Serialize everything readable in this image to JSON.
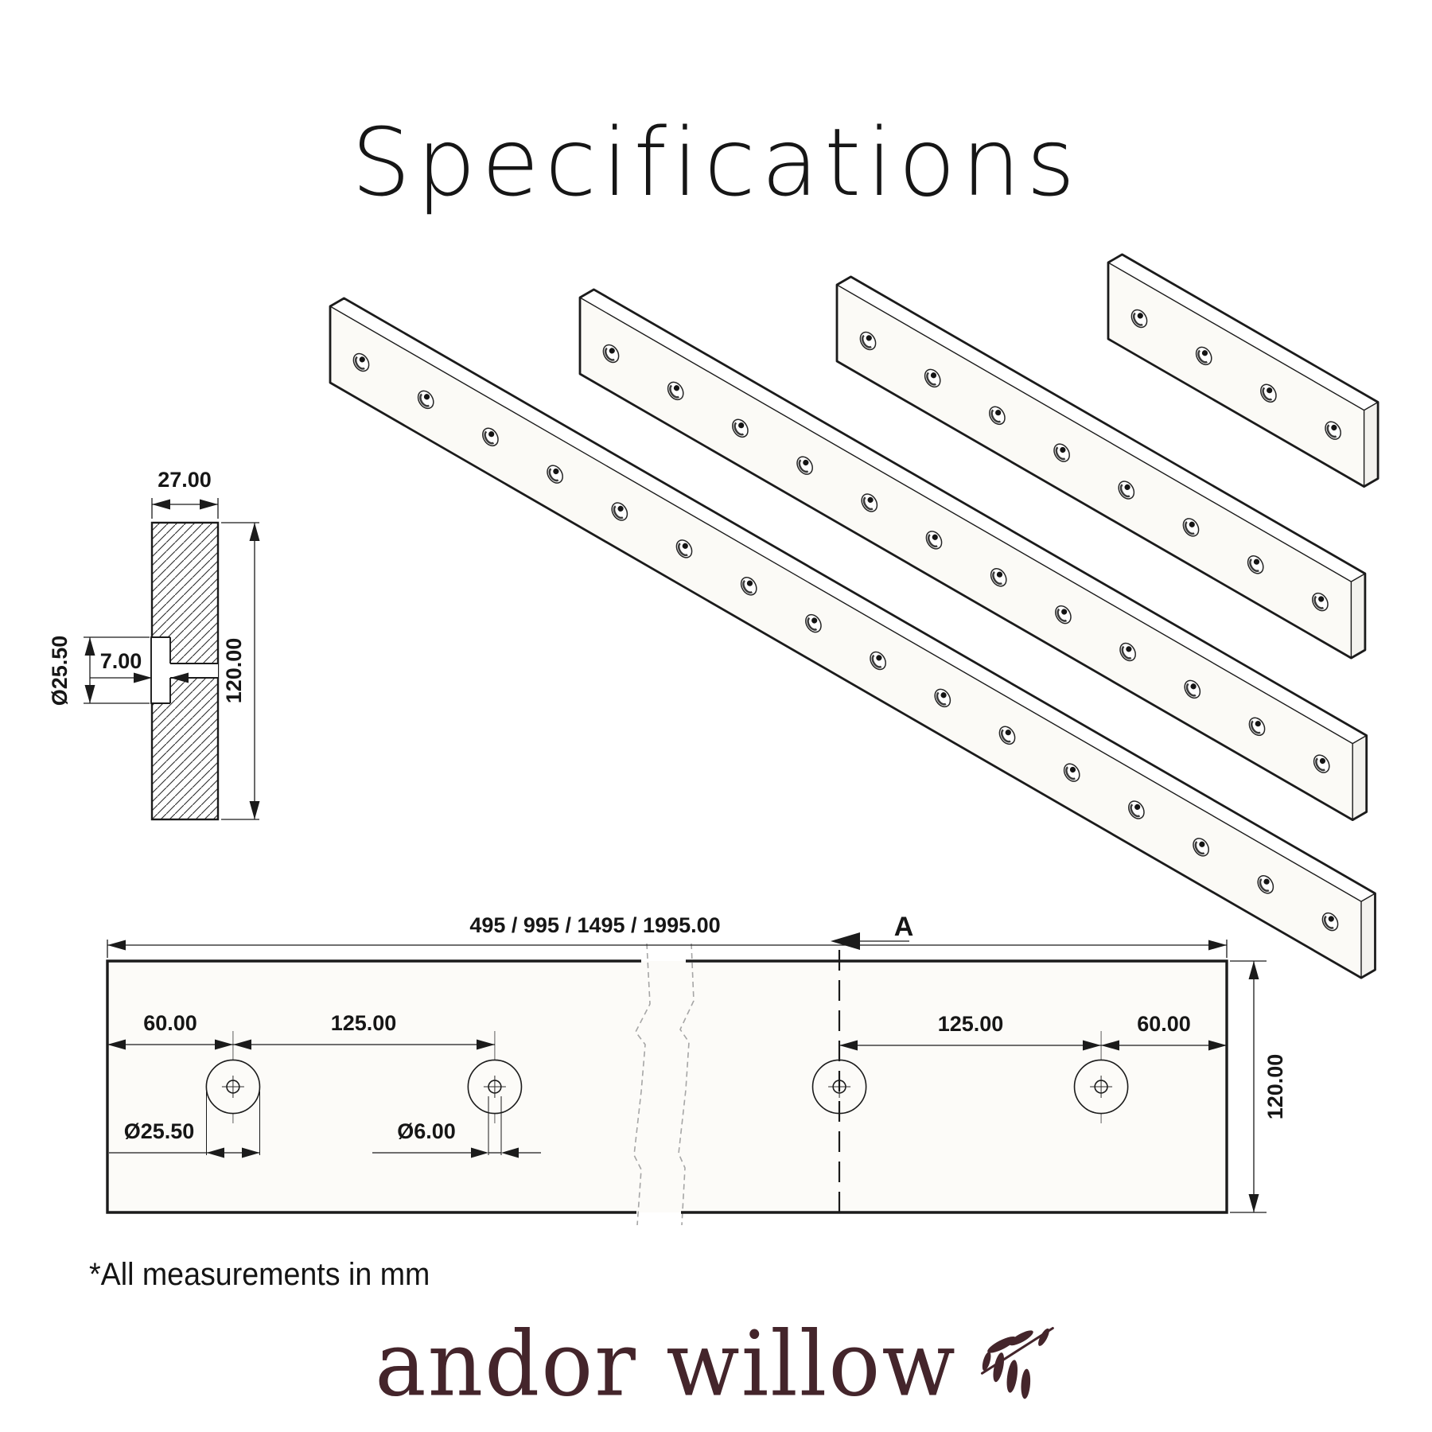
{
  "page": {
    "title": "Specifications",
    "note": "*All measurements in mm",
    "background": "#ffffff"
  },
  "brand": {
    "name": "andor willow",
    "color": "#44252B",
    "icon": "willow-branch-icon"
  },
  "drawing": {
    "line_color": "#1b1b1b",
    "iso_boards": [
      {
        "length_mm": 1995,
        "holes": 16
      },
      {
        "length_mm": 1495,
        "holes": 12
      },
      {
        "length_mm": 995,
        "holes": 8
      },
      {
        "length_mm": 495,
        "holes": 4
      }
    ],
    "section_view": {
      "labels": {
        "thickness": "27.00",
        "height": "120.00",
        "counterbore_diameter": "Ø25.50",
        "counterbore_depth": "7.00"
      }
    },
    "front_view": {
      "labels": {
        "length_options": "495 / 995 / 1495 / 1995.00",
        "section_marker": "A",
        "edge_to_hole_left": "60.00",
        "hole_spacing_left": "125.00",
        "hole_spacing_right": "125.00",
        "edge_to_hole_right": "60.00",
        "counterbore_diameter": "Ø25.50",
        "through_hole_diameter": "Ø6.00",
        "height": "120.00"
      },
      "dimensions_mm": {
        "edge_to_hole": 60,
        "hole_spacing": 125,
        "height": 120,
        "thickness": 27,
        "counterbore_diameter": 25.5,
        "counterbore_depth": 7,
        "through_hole_diameter": 6
      }
    }
  }
}
